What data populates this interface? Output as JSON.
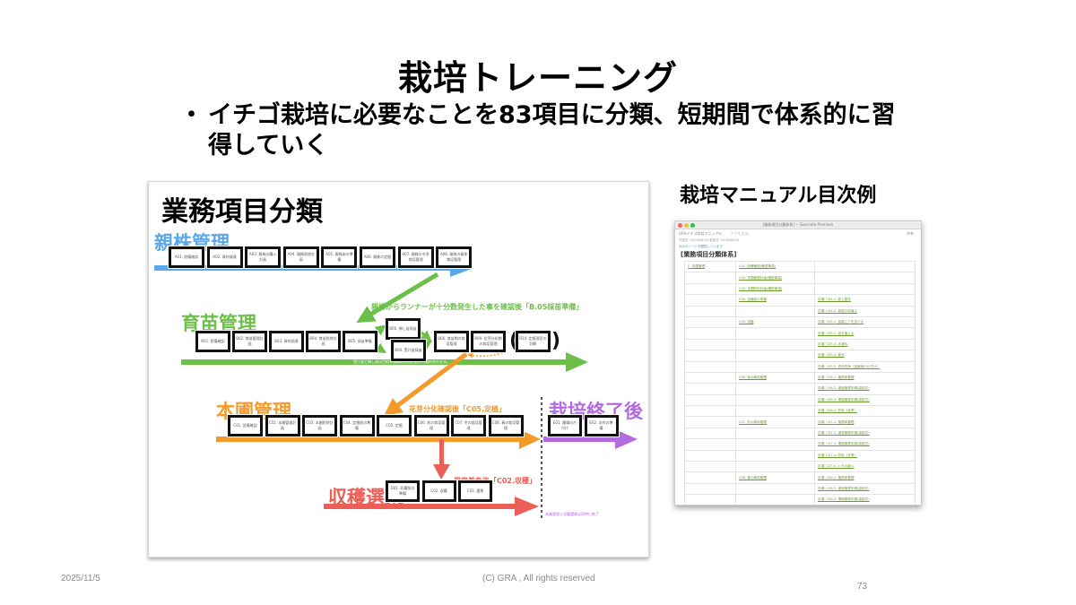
{
  "slide": {
    "title": "栽培トレーニング",
    "bullet_dot": "・",
    "bullet_text": "イチゴ栽培に必要なことを83項目に分類、短期間で体系的に習得していく"
  },
  "diagram": {
    "title": "業務項目分類",
    "colors": {
      "a": "#5aa7ea",
      "b": "#6cc04a",
      "c": "#f39a2b",
      "d": "#eb5f57",
      "e": "#b36be0"
    },
    "sections": {
      "a": {
        "label": "親株管理",
        "boxes": [
          "A01. 設備確認",
          "A02. 資材調達",
          "A03. 親株の購入計画",
          "A04. 親株防除計画",
          "A05. 親株床の準備",
          "A06. 親株の定植",
          "A07. 親株の冬季栽培管理",
          "A08. 親株の春季栽培管理"
        ]
      },
      "b": {
        "label": "育苗管理",
        "boxes": [
          "B01. 設備確認",
          "B02. 育苗管理計画",
          "B03. 資材調達",
          "B04. 育苗防除計画",
          "B05. 採苗準備",
          "B06. 挿し苗採苗",
          "B06. 受け苗採苗",
          "B06. 育苗期の栽培管理",
          "B09. 花芽分化期の栽培管理",
          "B10. 定植適否の判断"
        ],
        "note": "親株からランナーが十分数発生した事を確認後「B.05採苗準備」",
        "bar_note": "受け苗と挿し苗は目的と親株の状況に応じて組み合わせる。"
      },
      "c": {
        "label": "本圃管理",
        "boxes": [
          "C01. 設備確認",
          "C02. 本圃管理計画",
          "C03. 本圃防除計画",
          "C04. 定植前の準備",
          "C05. 定植",
          "C06. 秋の栽培管理",
          "C07. 冬の栽培管理",
          "C08. 春の栽培管理"
        ],
        "note": "花芽分化確認後「C05.定植」"
      },
      "e": {
        "label": "栽培終了後",
        "boxes": [
          "E01. 圃場の片付け",
          "E02. 次作の準備"
        ]
      },
      "d": {
        "label": "収穫選果",
        "boxes": [
          "D01. 収穫前の準備",
          "C02. 収穫",
          "C03. 選果"
        ],
        "note": "果実着色後「C02.収穫」",
        "end_note": "本圃管理と収穫選果は同時に終了"
      }
    }
  },
  "manual": {
    "title": "栽培マニュアル目次例",
    "window_title": "[業務項目分類体系] — Evernote Premium",
    "toolbar_left": "GRAイチゴ栽培マニュアル",
    "toolbar_tag": "タグを追加",
    "share_label": "共有",
    "meta": "作成日: 2016/08/04    更新日: 2016/08/05",
    "crumb": "ほかのノートを閲覧しています",
    "heading": "[業務項目分類体系]",
    "rows": [
      [
        "C. 本圃管理",
        "C01. 設備確認(確認事項)",
        ""
      ],
      [
        "",
        "C02. 本圃管理計画(確認事項)",
        ""
      ],
      [
        "",
        "C03. 本圃防除計画(確認事項)",
        ""
      ],
      [
        "",
        "C04. 定植前の準備",
        "手順: C04-1. 畝上擬充"
      ],
      [
        "",
        "",
        "手順: C04-2. 育苗の仮植え"
      ],
      [
        "",
        "C05. 定植",
        "手順: C05-1. 苗数に穴を空ける"
      ],
      [
        "",
        "",
        "手順: C05-2. 苗を植える"
      ],
      [
        "",
        "",
        "手順: C05-3. 手灌水"
      ],
      [
        "",
        "",
        "手順: C05-4. 遮光"
      ],
      [
        "",
        "",
        "手順: C05-5. 資材洗浄（定植後の片付け）"
      ],
      [
        "",
        "C06. 秋の栽培管理",
        "手順: C06-1. 植物体管理"
      ],
      [
        "",
        "",
        "手順: C06-2. 灌液管理手順(高設式)"
      ],
      [
        "",
        "",
        "手順: C06-3. 環境管理手順(高設式)"
      ],
      [
        "",
        "",
        "手順: C06-4. 防除（秋季）"
      ],
      [
        "",
        "C07. 冬の栽培管理",
        "手順: C07-1. 植物体管理"
      ],
      [
        "",
        "",
        "手順: C07-2. 灌液管理手順(高設式)"
      ],
      [
        "",
        "",
        "手順: C07-3. 環境管理手順(高設式)"
      ],
      [
        "",
        "",
        "手順: C07-4. 防除（冬季）"
      ],
      [
        "",
        "",
        "手順: C07-5. ハチの導入"
      ],
      [
        "",
        "C08. 春の栽培管理",
        "手順: C08-1. 植物体管理"
      ],
      [
        "",
        "",
        "手順: C08-2. 灌液管理手順(高設式)"
      ],
      [
        "",
        "",
        "手順: C08-3. 環境管理手順(高設式)"
      ]
    ]
  },
  "footer": {
    "date": "2025/11/5",
    "copyright": "(C) GRA , All rights reserved",
    "page_number": "73"
  }
}
